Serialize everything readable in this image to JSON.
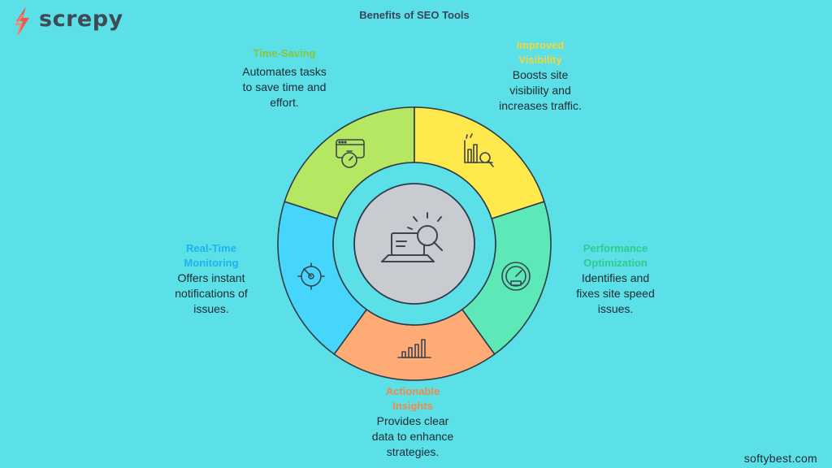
{
  "brand": {
    "logo_text": "screpy"
  },
  "title": "Benefits of SEO Tools",
  "segments": [
    {
      "head": "Time-Saving",
      "desc": "Automates tasks to save time and effort.",
      "desc_lines": [
        "Automates tasks",
        "to save time and",
        "effort."
      ],
      "color": "#b6e763",
      "head_color": "#8bc53f",
      "icon": "stopwatch-browser-icon"
    },
    {
      "head": "Improved Visibility",
      "head_lines": [
        "Improved",
        "Visibility"
      ],
      "desc": "Boosts site visibility and increases traffic.",
      "desc_lines": [
        "Boosts site",
        "visibility and",
        "increases traffic."
      ],
      "color": "#ffe94d",
      "head_color": "#f4d53c",
      "icon": "bar-chart-magnifier-icon"
    },
    {
      "head": "Performance Optimization",
      "head_lines": [
        "Performance",
        "Optimization"
      ],
      "desc": "Identifies and fixes site speed issues.",
      "desc_lines": [
        "Identifies and",
        "fixes site speed",
        "issues."
      ],
      "color": "#5de8b7",
      "head_color": "#2ecc8e",
      "icon": "speedometer-icon"
    },
    {
      "head": "Actionable Insights",
      "head_lines": [
        "Actionable",
        "Insights"
      ],
      "desc": "Provides clear data to enhance strategies.",
      "desc_lines": [
        "Provides clear",
        "data to enhance",
        "strategies."
      ],
      "color": "#ffab75",
      "head_color": "#f08a4b",
      "icon": "bar-graph-icon"
    },
    {
      "head": "Real-Time Monitoring",
      "head_lines": [
        "Real-Time",
        "Monitoring"
      ],
      "desc": "Offers instant notifications of issues.",
      "desc_lines": [
        "Offers instant",
        "notifications of",
        "issues."
      ],
      "color": "#46d6fb",
      "head_color": "#1cb4f0",
      "icon": "radar-target-icon"
    }
  ],
  "center": {
    "icon": "laptop-search-icon",
    "color": "#c8ccd0"
  },
  "footer": "softybest.com"
}
